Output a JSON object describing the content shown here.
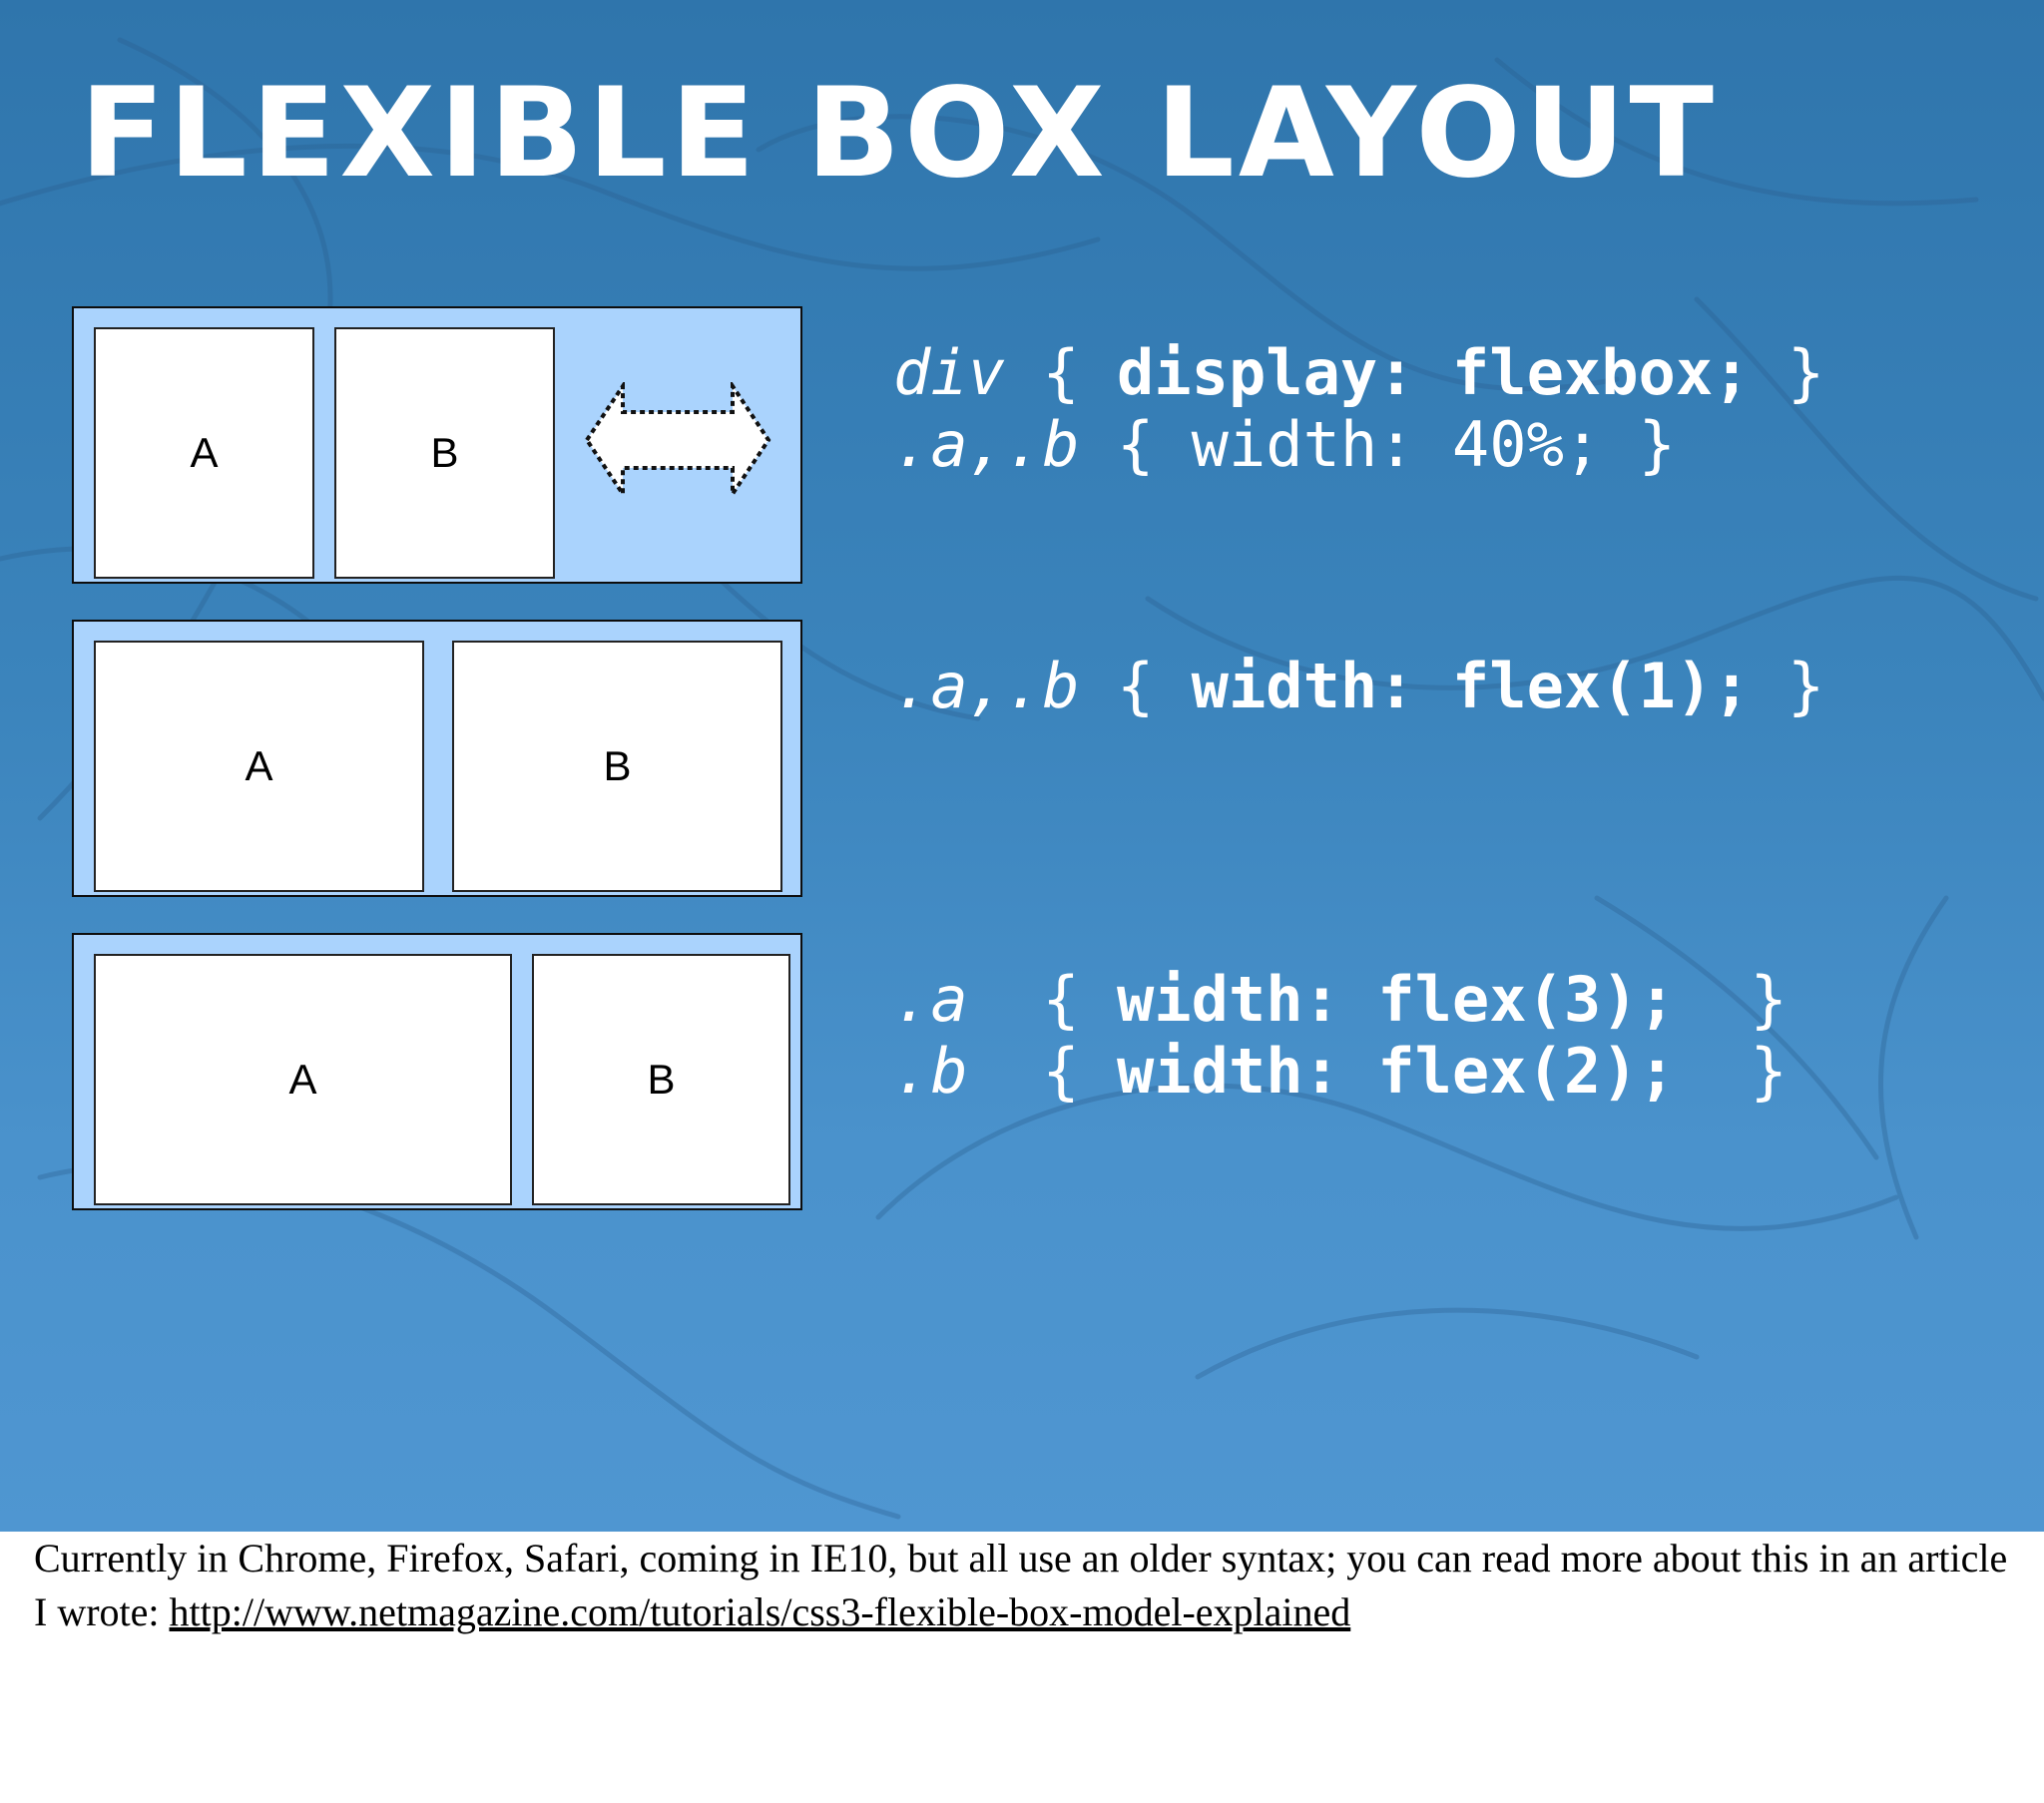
{
  "slide": {
    "title": "FLEXIBLE BOX LAYOUT",
    "demos": [
      {
        "box_a": "A",
        "box_b": "B"
      },
      {
        "box_a": "A",
        "box_b": "B"
      },
      {
        "box_a": "A",
        "box_b": "B"
      }
    ],
    "code": [
      {
        "lines": [
          {
            "selector": "div",
            "open": "{",
            "declaration": "display: flexbox;",
            "close": "}"
          },
          {
            "selector": ".a,.b",
            "open": "{",
            "declaration": "width: 40%;",
            "close": "}"
          }
        ]
      },
      {
        "lines": [
          {
            "selector": ".a,.b",
            "open": "{",
            "declaration": "width: flex(1);",
            "close": "}"
          }
        ]
      },
      {
        "lines": [
          {
            "selector": ".a",
            "open": "{",
            "declaration": "width: flex(3);",
            "close": "}"
          },
          {
            "selector": ".b",
            "open": "{",
            "declaration": "width: flex(2);",
            "close": "}"
          }
        ]
      }
    ],
    "colors": {
      "background": "#3b84bc",
      "container": "#aad3fd",
      "box": "#ffffff",
      "text": "#ffffff"
    },
    "icons": {
      "resize": "double-arrow-dotted-icon"
    }
  },
  "notes": {
    "text": "Currently in Chrome, Firefox, Safari, coming in IE10, but all use an older syntax; you can read more about this in an article I wrote: ",
    "link": "http://www.netmagazine.com/tutorials/css3-flexible-box-model-explained"
  }
}
